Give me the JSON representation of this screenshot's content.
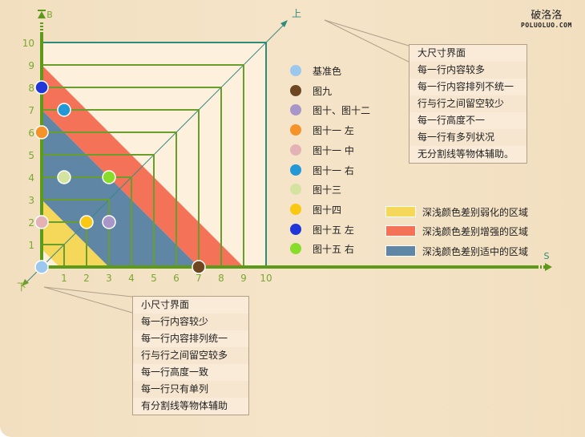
{
  "logo": {
    "name": "破洛洛",
    "url_text": "POLUOLUO.COM"
  },
  "axes": {
    "x_label": "S",
    "y_label": "B",
    "diag_up_label": "上",
    "diag_down_label": "下",
    "x_ticks": [
      "1",
      "2",
      "3",
      "4",
      "5",
      "6",
      "7",
      "8",
      "9",
      "10"
    ],
    "y_ticks": [
      "1",
      "2",
      "3",
      "4",
      "5",
      "6",
      "7",
      "8",
      "9",
      "10"
    ],
    "max": 10
  },
  "colors": {
    "axis": "#5d9a1a",
    "grid": "#6a9e2c",
    "outer": "#2e8a7a",
    "cream": "#fdf0dc",
    "text_green": "#7aa830"
  },
  "regions": [
    {
      "label": "深浅颜色差别弱化的区域",
      "color": "#f5d75a",
      "sum_range": [
        0.8,
        3
      ]
    },
    {
      "label": "深浅颜色差别增强的区域",
      "color": "#f47258",
      "sum_range": [
        7,
        9
      ]
    },
    {
      "label": "深浅颜色差别适中的区域",
      "color": "#5f86a4",
      "sum_range": [
        3,
        7
      ]
    }
  ],
  "points": [
    {
      "label": "基准色",
      "color": "#9cc8ee",
      "x": 0,
      "y": 0
    },
    {
      "label": "图九",
      "color": "#6e4620",
      "x": 7,
      "y": 0
    },
    {
      "label": "图十、图十二",
      "color": "#a896c8",
      "x": 3,
      "y": 2
    },
    {
      "label": "图十一  左",
      "color": "#f5922a",
      "x": 0,
      "y": 6
    },
    {
      "label": "图十一  中",
      "color": "#e4b2b4",
      "x": 0,
      "y": 2
    },
    {
      "label": "图十一  右",
      "color": "#2298d6",
      "x": 1,
      "y": 7
    },
    {
      "label": "图十三",
      "color": "#d4e4a0",
      "x": 1,
      "y": 4
    },
    {
      "label": "图十四",
      "color": "#f8c812",
      "x": 2,
      "y": 2
    },
    {
      "label": "图十五  左",
      "color": "#2036d8",
      "x": 0,
      "y": 8
    },
    {
      "label": "图十五  右",
      "color": "#88dc2a",
      "x": 3,
      "y": 4
    }
  ],
  "large_box": [
    "大尺寸界面",
    "每一行内容较多",
    "每一行内容排列不统一",
    "行与行之间留空较少",
    "每一行高度不一",
    "每一行有多列状况",
    "无分割线等物体辅助。"
  ],
  "small_box": [
    "小尺寸界面",
    "每一行内容较少",
    "每一行内容排列统一",
    "行与行之间留空较多",
    "每一行高度一致",
    "每一行只有单列",
    "有分割线等物体辅助"
  ]
}
